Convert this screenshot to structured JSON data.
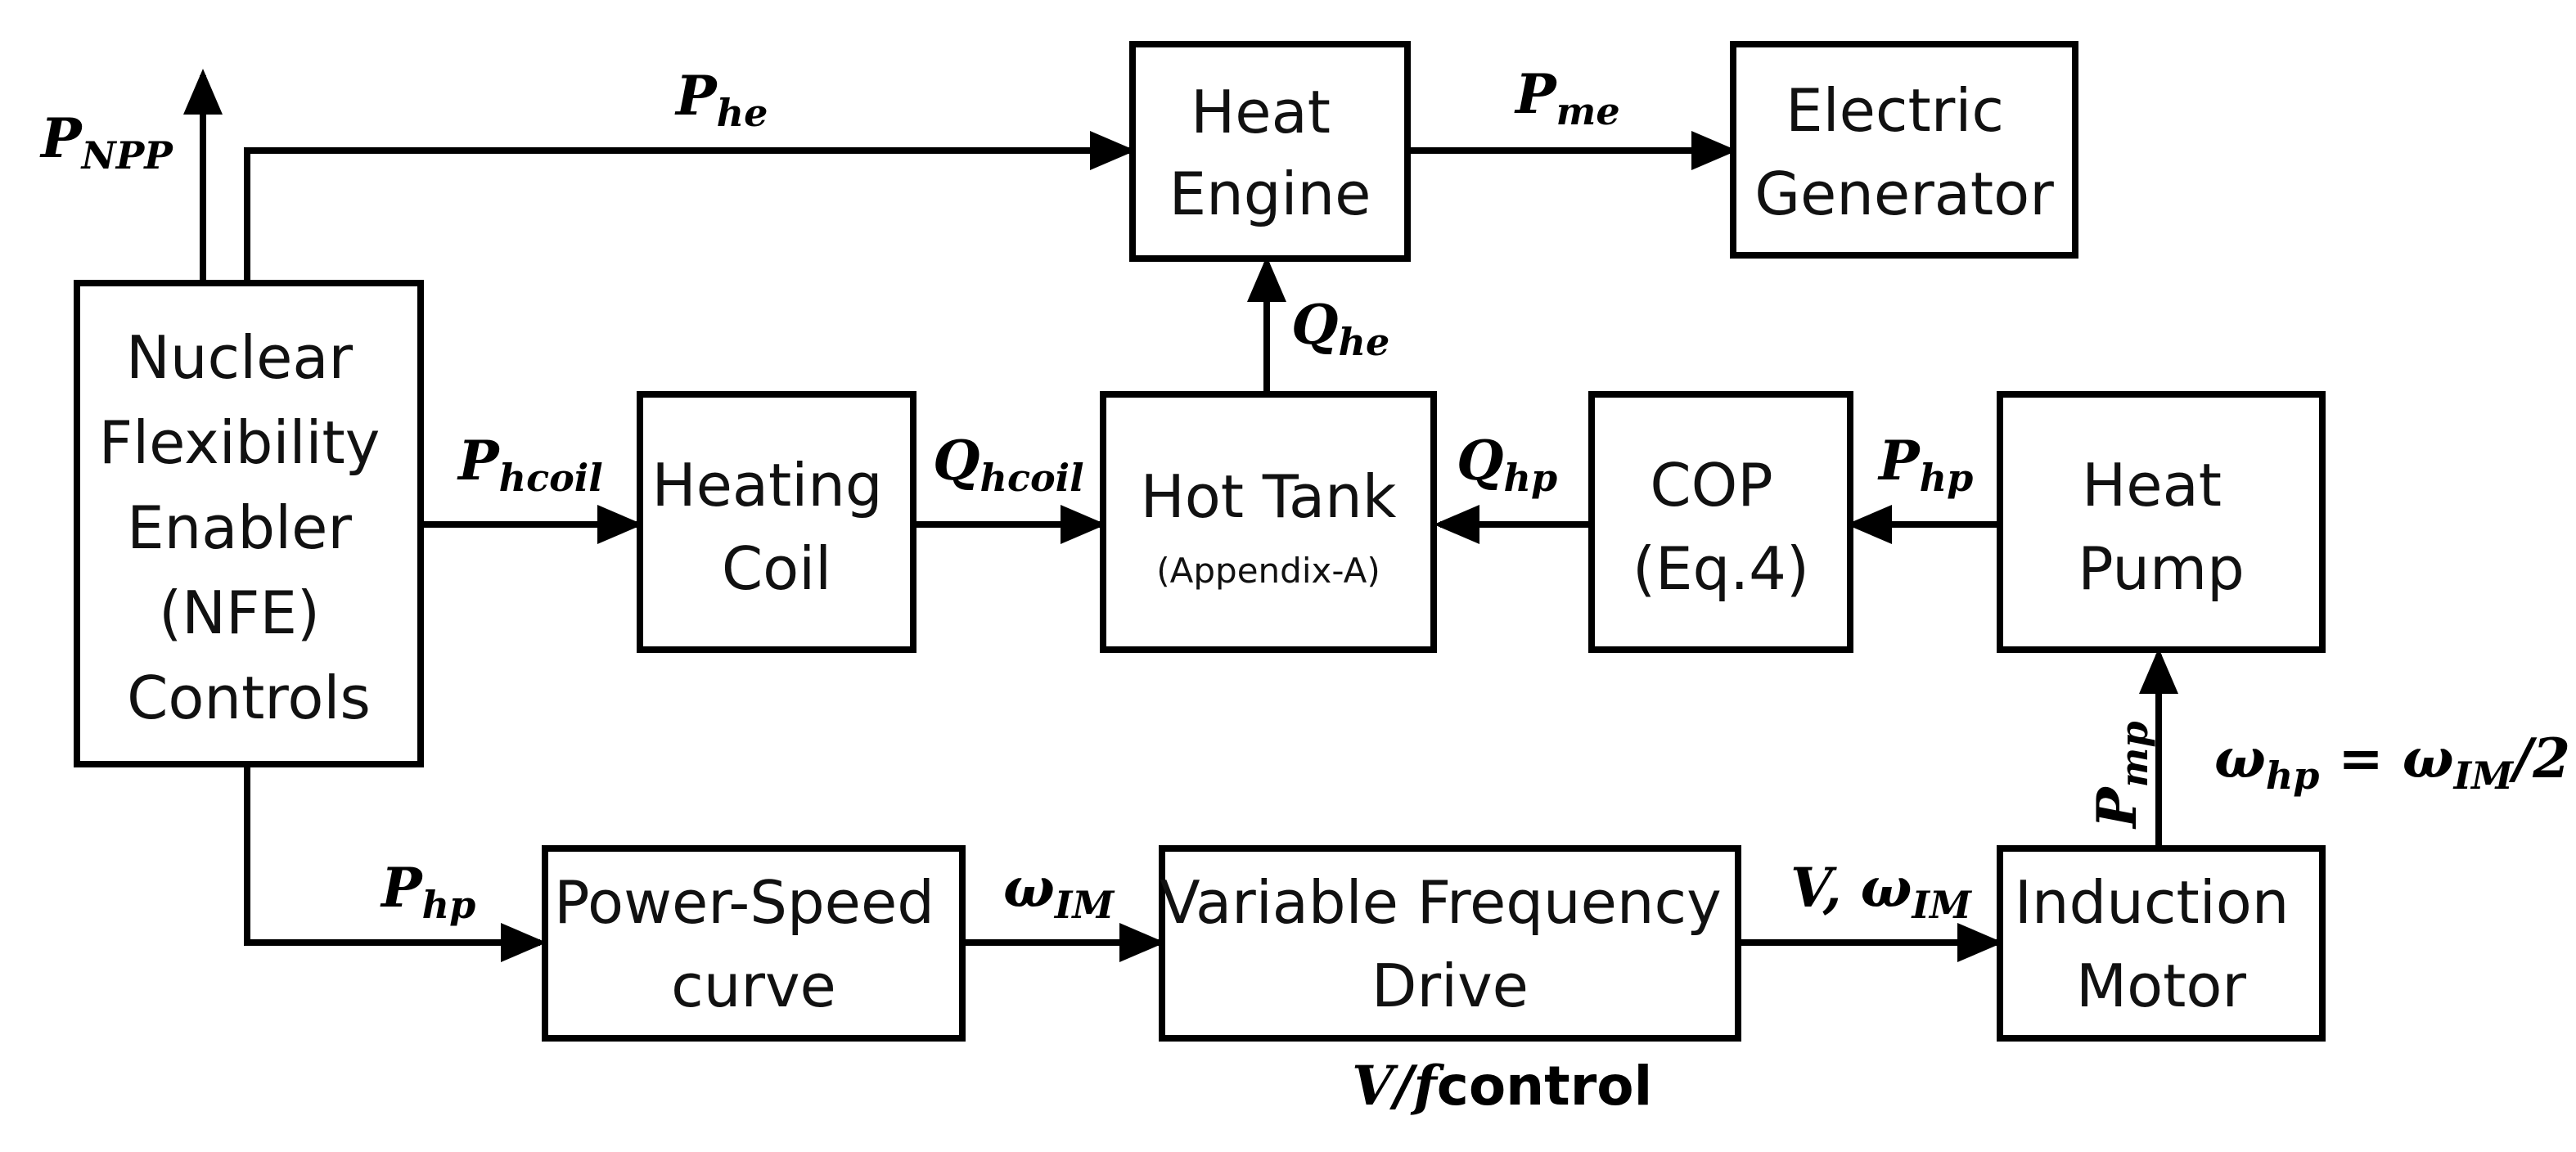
{
  "blocks": {
    "nfe": [
      "Nuclear",
      "Flexibility",
      "Enabler",
      "(NFE)",
      "Controls"
    ],
    "heat_engine": [
      "Heat",
      "Engine"
    ],
    "electric_generator": [
      "Electric",
      "Generator"
    ],
    "heating_coil": [
      "Heating",
      "Coil"
    ],
    "hot_tank": [
      "Hot Tank",
      "(Appendix-A)"
    ],
    "cop": [
      "COP",
      "(Eq.4)"
    ],
    "heat_pump": [
      "Heat",
      "Pump"
    ],
    "power_speed": [
      "Power-Speed",
      "curve"
    ],
    "vfd": [
      "Variable Frequency",
      "Drive"
    ],
    "induction_motor": [
      "Induction",
      "Motor"
    ]
  },
  "labels": {
    "p_npp": {
      "main": "P",
      "sub": "NPP"
    },
    "p_he": {
      "main": "P",
      "sub": "he"
    },
    "p_me": {
      "main": "P",
      "sub": "me"
    },
    "q_he": {
      "main": "Q",
      "sub": "he"
    },
    "p_hcoil": {
      "main": "P",
      "sub": "hcoil"
    },
    "q_hcoil": {
      "main": "Q",
      "sub": "hcoil"
    },
    "q_hp": {
      "main": "Q",
      "sub": "hp"
    },
    "p_hp_top": {
      "main": "P",
      "sub": "hp"
    },
    "p_mp": {
      "main": "P",
      "sub": "mp"
    },
    "omega_relation": {
      "lhs": "ω",
      "lhs_sub": "hp",
      "eq": " = ",
      "rhs": "ω",
      "rhs_sub": "IM",
      "tail": "/2"
    },
    "p_hp_bottom": {
      "main": "P",
      "sub": "hp"
    },
    "omega_im": {
      "main": "ω",
      "sub": "IM"
    },
    "v_omega_im": {
      "pre": "V, ",
      "main": "ω",
      "sub": "IM"
    },
    "vf_control": {
      "math": "V/f",
      "text": "control"
    }
  }
}
